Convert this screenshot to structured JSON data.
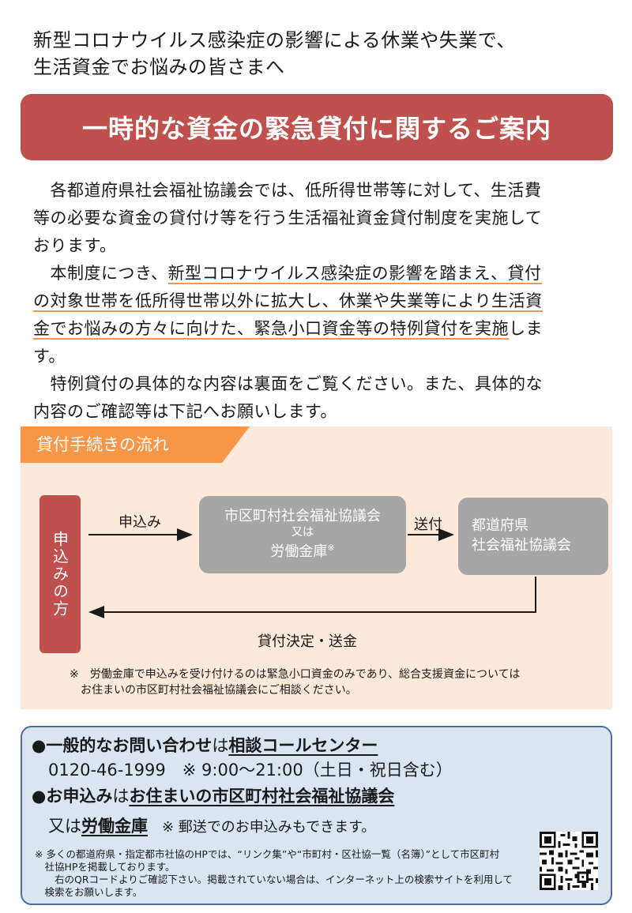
{
  "header": {
    "line1": "新型コロナウイルス感染症の影響による休業や失業で、",
    "line2": "生活資金でお悩みの皆さまへ"
  },
  "title": "一時的な資金の緊急貸付に関するご案内",
  "intro": {
    "p1_l1": "　各都道府県社会福祉協議会では、低所得世帯等に対して、生活費",
    "p1_l2": "等の必要な資金の貸付け等を行う生活福祉資金貸付制度を実施して",
    "p1_l3": "おります。",
    "p2_l1a": "　本制度につき、",
    "p2_l1b": "新型コロナウイルス感染症の影響を踏まえ、貸付",
    "p2_l2": "の対象世帯を低所得世帯以外に拡大し、休業や失業等により生活資",
    "p2_l3a": "金でお悩みの方々に向けた、緊急小口資金等の特例貸付を実施",
    "p2_l3b": "しま",
    "p2_l4": "す。",
    "p3_l1": "　特例貸付の具体的な内容は裏面をご覧ください。また、具体的な",
    "p3_l2": "内容のご確認等は下記へお願いします。"
  },
  "flow": {
    "tab_label": "貸付手続きの流れ",
    "applicant": "申込みの方",
    "apply_label": "申込み",
    "council_line1": "市区町村社会福祉協議会",
    "council_or": "又は",
    "council_line2": "労働金庫",
    "council_mark": "※",
    "send_label": "送付",
    "pref_line1": "都道府県",
    "pref_line2": "社会福祉協議会",
    "decision_label": "貸付決定・送金",
    "note_l1": "※　労働金庫で申込みを受け付けるのは緊急小口資金のみであり、総合支援資金については",
    "note_l2": "　お住まいの市区町村社会福祉協議会にご相談ください。"
  },
  "contact": {
    "bullet": "●",
    "general_a": "一般的なお問い合わせ",
    "general_b": "は",
    "general_c": "相談コールセンター",
    "phone": "　0120-46-1999　※ 9:00～21:00（土日・祝日含む）",
    "apply_a": "お申込み",
    "apply_b": "は",
    "apply_c": "お住まいの市区町村社会福祉協議会",
    "or_a": "　又は",
    "or_b": "労働金庫",
    "mail_note": "　※ 郵送でのお申込みもできます。",
    "note_l1": "※  多くの都道府県・指定都市社協のHPでは、“リンク集”や“市町村・区社協一覧（名簿）”として市区町村",
    "note_l2": "　社協HPを掲載しております。",
    "note_l3": "　　右のQRコードよりご確認下さい。掲載されていない場合は、インターネット上の検索サイトを利用して",
    "note_l4": "　検索をお願いします。"
  },
  "colors": {
    "banner": "#c0504d",
    "orange": "#f79646",
    "panel_peach": "#fde9d9",
    "gray_box": "#a6a6a6",
    "contact_bg": "#dbe5f1",
    "contact_border": "#4f6d9a"
  },
  "qr": {
    "icon": "qr-code-icon"
  }
}
